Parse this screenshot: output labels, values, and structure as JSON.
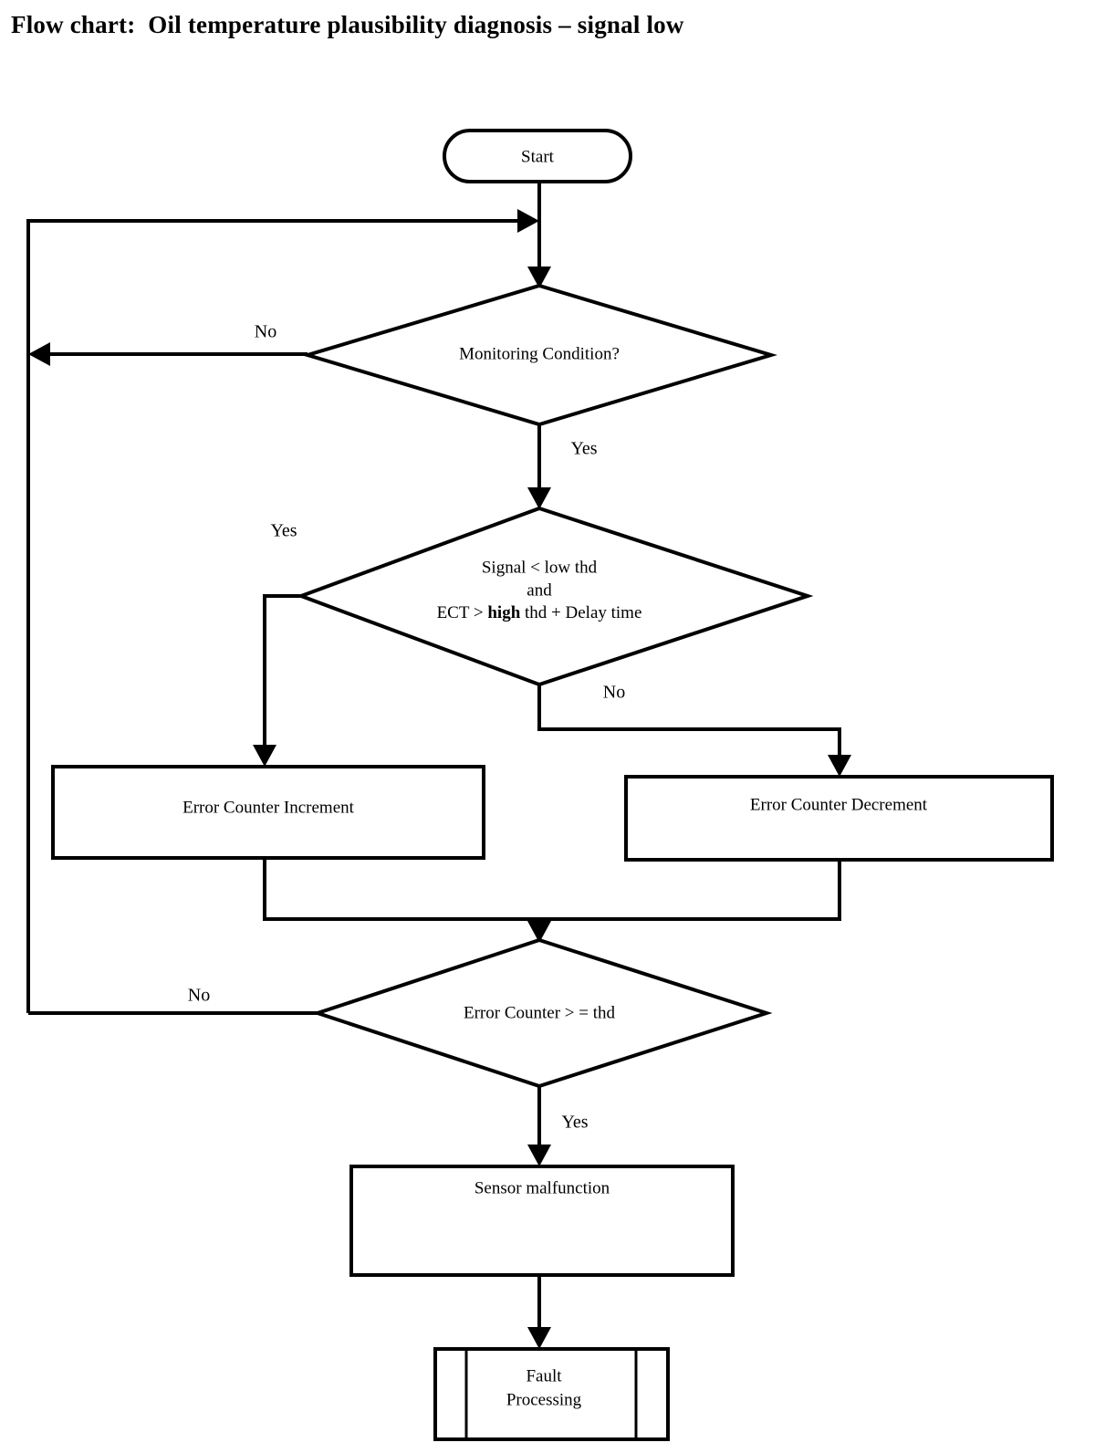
{
  "document": {
    "title": "Flow chart:  Oil temperature plausibility diagnosis – signal low"
  },
  "chart_data": {
    "type": "diagram",
    "diagram_kind": "flowchart",
    "title": "Flow chart:  Oil temperature plausibility diagnosis – signal low",
    "orientation": "top-to-bottom",
    "nodes": [
      {
        "id": "start",
        "shape": "terminator",
        "label": "Start"
      },
      {
        "id": "mon",
        "shape": "decision",
        "label": "Monitoring Condition?"
      },
      {
        "id": "cond",
        "shape": "decision",
        "label_line_1": "Signal < low thd",
        "label_line_2": "and",
        "label_line_3_a": "ECT > ",
        "label_line_3_b": "high",
        "label_line_3_c": " thd + Delay time"
      },
      {
        "id": "inc",
        "shape": "process",
        "label": "Error Counter Increment"
      },
      {
        "id": "dec",
        "shape": "process",
        "label": "Error Counter Decrement"
      },
      {
        "id": "cntchk",
        "shape": "decision",
        "label": "Error Counter > = thd"
      },
      {
        "id": "malf",
        "shape": "process",
        "label": "Sensor malfunction"
      },
      {
        "id": "fault",
        "shape": "predefined-process",
        "label_line_1": "Fault",
        "label_line_2": "Processing"
      }
    ],
    "edges": [
      {
        "from": "start",
        "to": "mon",
        "label": ""
      },
      {
        "from": "mon",
        "to": "loop",
        "label": "No"
      },
      {
        "from": "mon",
        "to": "cond",
        "label": "Yes"
      },
      {
        "from": "cond",
        "to": "inc",
        "label": "Yes"
      },
      {
        "from": "cond",
        "to": "dec",
        "label": "No"
      },
      {
        "from": "inc",
        "to": "cntchk",
        "label": ""
      },
      {
        "from": "dec",
        "to": "cntchk",
        "label": ""
      },
      {
        "from": "cntchk",
        "to": "loop",
        "label": "No"
      },
      {
        "from": "cntchk",
        "to": "malf",
        "label": "Yes"
      },
      {
        "from": "malf",
        "to": "fault",
        "label": ""
      }
    ],
    "edge_labels": {
      "mon_no": "No",
      "mon_yes": "Yes",
      "cond_yes": "Yes",
      "cond_no": "No",
      "cnt_no": "No",
      "cnt_yes": "Yes"
    },
    "colors": {
      "background": "#ffffff",
      "stroke": "#000000",
      "text": "#000000",
      "node_fill": "#ffffff"
    }
  }
}
